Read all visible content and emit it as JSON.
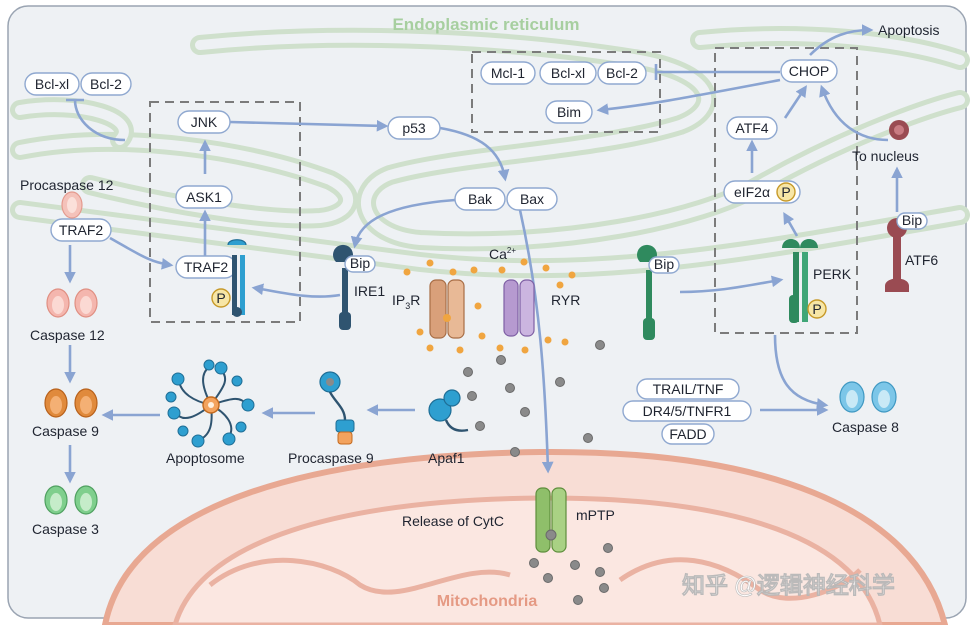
{
  "regions": {
    "er": "Endoplasmic reticulum",
    "mito": "Mitochondria"
  },
  "nodes": {
    "bclxl_left": "Bcl-xl",
    "bcl2_left": "Bcl-2",
    "jnk": "JNK",
    "ask1": "ASK1",
    "traf2_box": "TRAF2",
    "procaspase12": "Procaspase 12",
    "traf2_left": "TRAF2",
    "caspase12": "Caspase 12",
    "caspase9": "Caspase 9",
    "caspase3": "Caspase 3",
    "apoptosome": "Apoptosome",
    "procaspase9": "Procaspase 9",
    "apaf1": "Apaf1",
    "p53": "p53",
    "bak": "Bak",
    "bax": "Bax",
    "mcl1": "Mcl-1",
    "bclxl_mid": "Bcl-xl",
    "bcl2_mid": "Bcl-2",
    "bim": "Bim",
    "chop": "CHOP",
    "apoptosis": "Apoptosis",
    "atf4": "ATF4",
    "eif2a": "eIF2α",
    "to_nucleus": "To nucleus",
    "ire1": "IRE1",
    "ip3r": "IP",
    "ip3r_sub": "3",
    "ip3r_end": "R",
    "ca": "Ca",
    "ca_sup": "2+",
    "ryr": "RYR",
    "perk": "PERK",
    "atf6": "ATF6",
    "bip": "Bip",
    "p": "P",
    "trail": "TRAIL/TNF",
    "dr": "DR4/5/TNFR1",
    "fadd": "FADD",
    "caspase8": "Caspase 8",
    "release": "Release of CytC",
    "mptp": "mPTP"
  },
  "watermark": "知乎 @逻辑神经科学",
  "colors": {
    "arrow": "#8aa4d2",
    "er_membrane": "#cfe0cc",
    "ire1": "#2f5470",
    "perk": "#2f8a5e",
    "atf6": "#9a4b52",
    "caspase12": "#f4b6ae",
    "caspase9": "#e08a3c",
    "caspase3": "#7fcf8d",
    "caspase8": "#7cc6e8",
    "mptp": "#8fbf6a"
  }
}
